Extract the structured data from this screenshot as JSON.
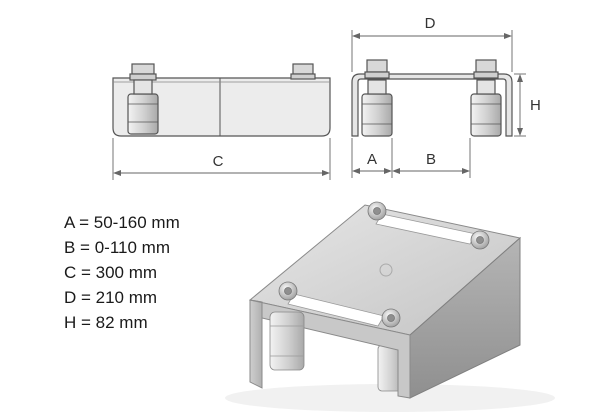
{
  "dimensions": {
    "label_a": "A",
    "label_b": "B",
    "label_c": "C",
    "label_d": "D",
    "label_h": "H"
  },
  "specs": [
    "A = 50-160 mm",
    "B = 0-110 mm",
    "C = 300 mm",
    "D = 210 mm",
    "H = 82 mm"
  ],
  "colors": {
    "line": "#555555",
    "drawing_fill": "#ebebeb",
    "metal_light": "#dcdcdc",
    "metal_mid": "#bdbdbd",
    "metal_dark": "#9a9a9a",
    "roller": "#cfcfcf"
  }
}
